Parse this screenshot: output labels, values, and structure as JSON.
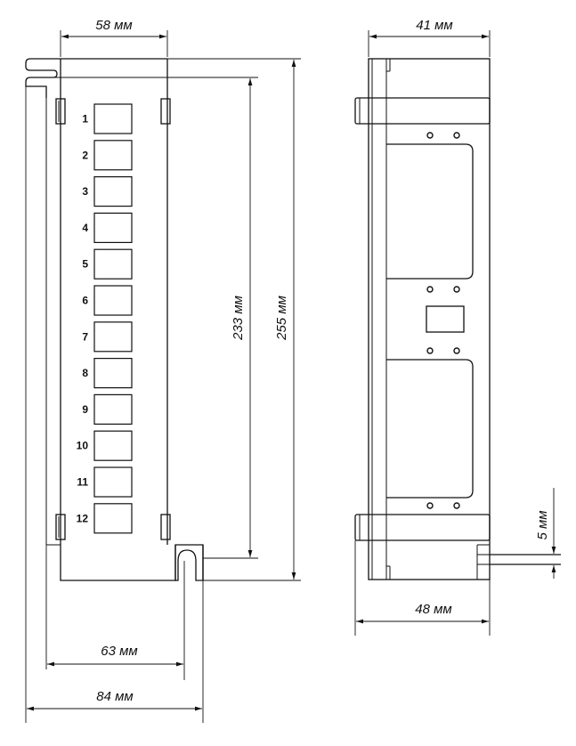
{
  "ports": [
    "1",
    "2",
    "3",
    "4",
    "5",
    "6",
    "7",
    "8",
    "9",
    "10",
    "11",
    "12"
  ],
  "dimensions": {
    "front_width": "58 мм",
    "side_depth_top": "41 мм",
    "inner_height": "233 мм",
    "total_height": "255 мм",
    "hole_spacing": "63 мм",
    "total_width": "84 мм",
    "side_depth_bottom": "48 мм",
    "cable_offset": "5 мм"
  }
}
